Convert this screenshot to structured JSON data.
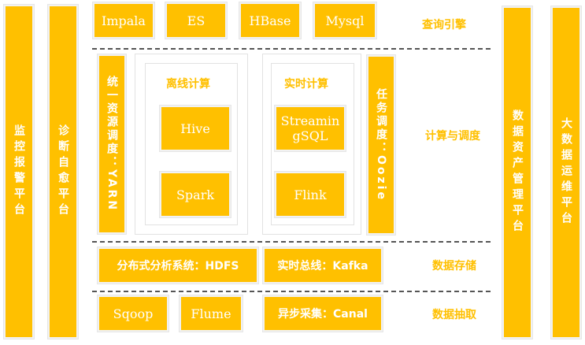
{
  "platforms": {
    "monitor": "监控报警平台",
    "diagnosis": "诊断自愈平台",
    "asset": "数据资产管理平台",
    "ops": "大数据运维平台"
  },
  "layers": {
    "query": "查询引擎",
    "compute": "计算与调度",
    "storage": "数据存储",
    "ingest": "数据抽取"
  },
  "query_engines": [
    "Impala",
    "ES",
    "HBase",
    "Mysql"
  ],
  "compute": {
    "yarn": "统一资源调度：YARN",
    "offline_title": "离线计算",
    "offline_items": [
      "Hive",
      "Spark"
    ],
    "realtime_title": "实时计算",
    "realtime_items": [
      "StreamingSQL",
      "Flink"
    ],
    "oozie": "任务调度：Oozie"
  },
  "storage": {
    "hdfs": "分布式分析系统：HDFS",
    "kafka": "实时总线：Kafka"
  },
  "ingest": [
    "Sqoop",
    "Flume",
    "异步采集：Canal"
  ],
  "colors": {
    "accent": "#FFC000",
    "divider": "#555555"
  }
}
